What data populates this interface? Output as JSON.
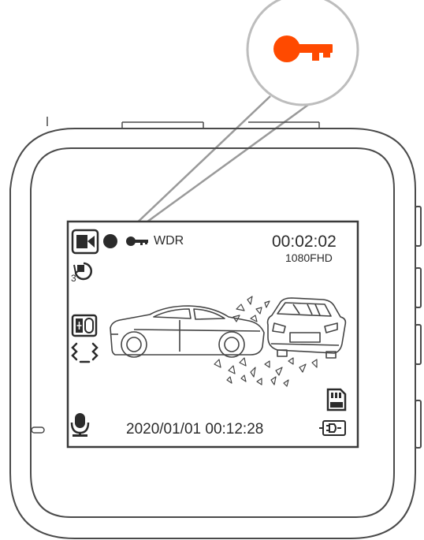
{
  "callout": {
    "icon": "key-icon",
    "color": "#ff4a00"
  },
  "screen": {
    "status_icons": [
      "video-camera-icon",
      "record-dot-icon",
      "key-icon"
    ],
    "wdr_label": "WDR",
    "rec_time": "00:02:02",
    "resolution": "1080FHD",
    "loop_icon": "loop-recording-icon",
    "loop_minutes": "3",
    "battery_icon": "battery-icon",
    "gsensor_icon": "g-sensor-icon",
    "illustration": "car-collision-illustration",
    "sd_icon": "sd-card-icon",
    "mic_icon": "microphone-icon",
    "power_icon": "power-plug-icon",
    "datetime": "2020/01/01 00:12:28"
  },
  "colors": {
    "outline": "#4a4a4a",
    "callout_ring": "#bdbdbd",
    "accent": "#ff4a00"
  }
}
